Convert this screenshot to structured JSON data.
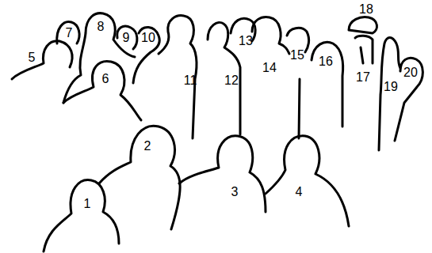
{
  "diagram": {
    "labels": [
      "1",
      "2",
      "3",
      "4",
      "5",
      "6",
      "7",
      "8",
      "9",
      "10",
      "11",
      "12",
      "13",
      "14",
      "15",
      "16",
      "17",
      "18",
      "19",
      "20"
    ]
  }
}
